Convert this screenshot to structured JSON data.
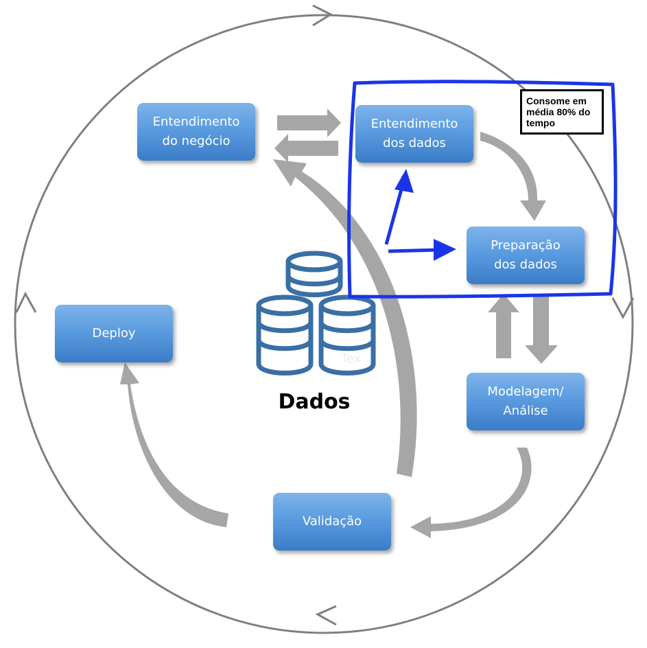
{
  "diagram": {
    "steps": {
      "business": [
        "Entendimento",
        "do negócio"
      ],
      "data_understanding": [
        "Entendimento",
        "dos dados"
      ],
      "preparation": [
        "Preparação",
        "dos dados"
      ],
      "modeling": [
        "Modelagem/",
        "Análise"
      ],
      "validation": [
        "Validação"
      ],
      "deploy": [
        "Deploy"
      ]
    },
    "center_label": "Dados",
    "annotation": [
      "Consome em",
      "média 80% do",
      "tempo"
    ],
    "ghost_text": "Tex",
    "colors": {
      "box_top": "#7fb3ea",
      "box_bottom": "#3a7cc8",
      "database_icon": "#3a6fa6",
      "highlight": "#1a35e8",
      "arrow_gray": "#a6a6a6",
      "circle": "#7f7f7f"
    }
  }
}
